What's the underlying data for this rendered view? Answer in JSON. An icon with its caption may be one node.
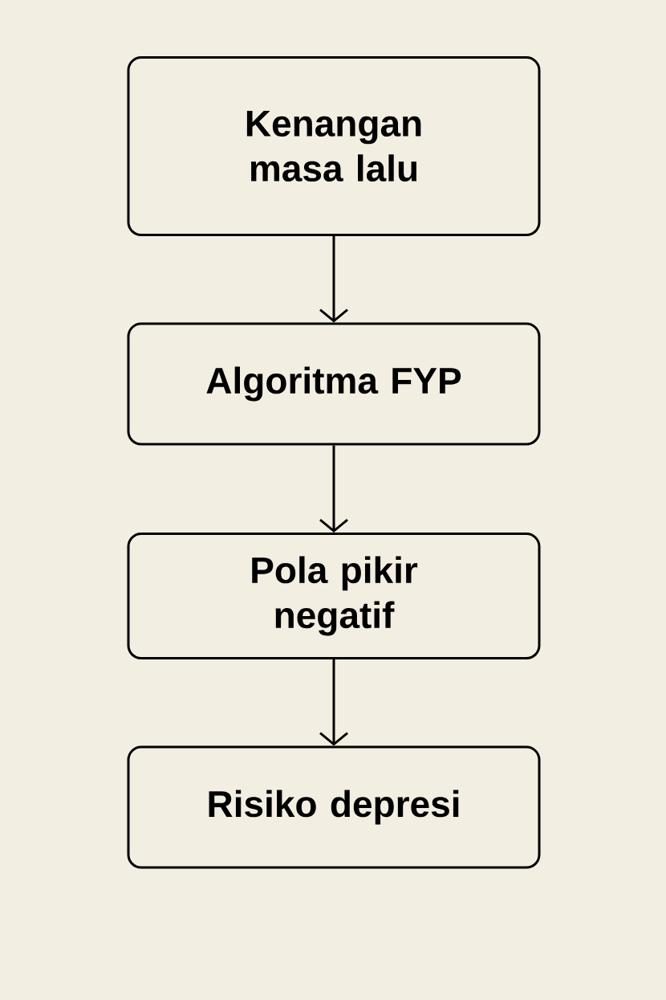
{
  "diagram": {
    "nodes": [
      {
        "text": [
          "Kenangan masa lalu"
        ]
      },
      {
        "text": [
          "Algoritma FYP"
        ]
      },
      {
        "text": [
          "Pola pikir negatif"
        ]
      },
      {
        "text": [
          "Risiko depresi"
        ]
      }
    ],
    "edges": [
      {
        "from": 0,
        "to": 1,
        "arrow": "to"
      },
      {
        "from": 1,
        "to": 2,
        "arrow": "to"
      },
      {
        "from": 2,
        "to": 3,
        "arrow": "to"
      }
    ]
  }
}
